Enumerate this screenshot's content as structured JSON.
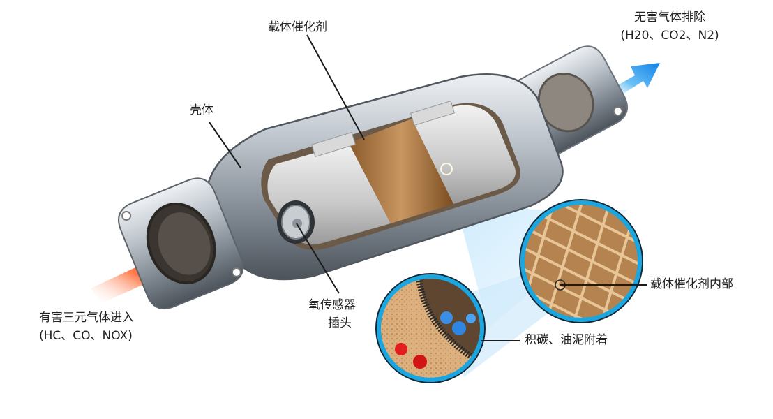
{
  "labels": {
    "carrier_catalyst": "载体催化剂",
    "exhaust_title": "无害气体排除",
    "exhaust_gases": "(H20、CO2、N2)",
    "shell": "壳体",
    "intake_title": "有害三元气体进入",
    "intake_gases": "(HC、CO、NOX)",
    "sensor_line1": "氧传感器",
    "sensor_line2": "插头",
    "carrier_inside": "载体催化剂内部",
    "deposits": "积碳、油泥附着"
  },
  "colors": {
    "intake_arrow": "#ff4a2a",
    "exhaust_arrow": "#1e90ff",
    "honeycomb": "#c9955c",
    "catalyst_band": "#b07f4a",
    "zoom_ring": "#1aa6e0"
  }
}
